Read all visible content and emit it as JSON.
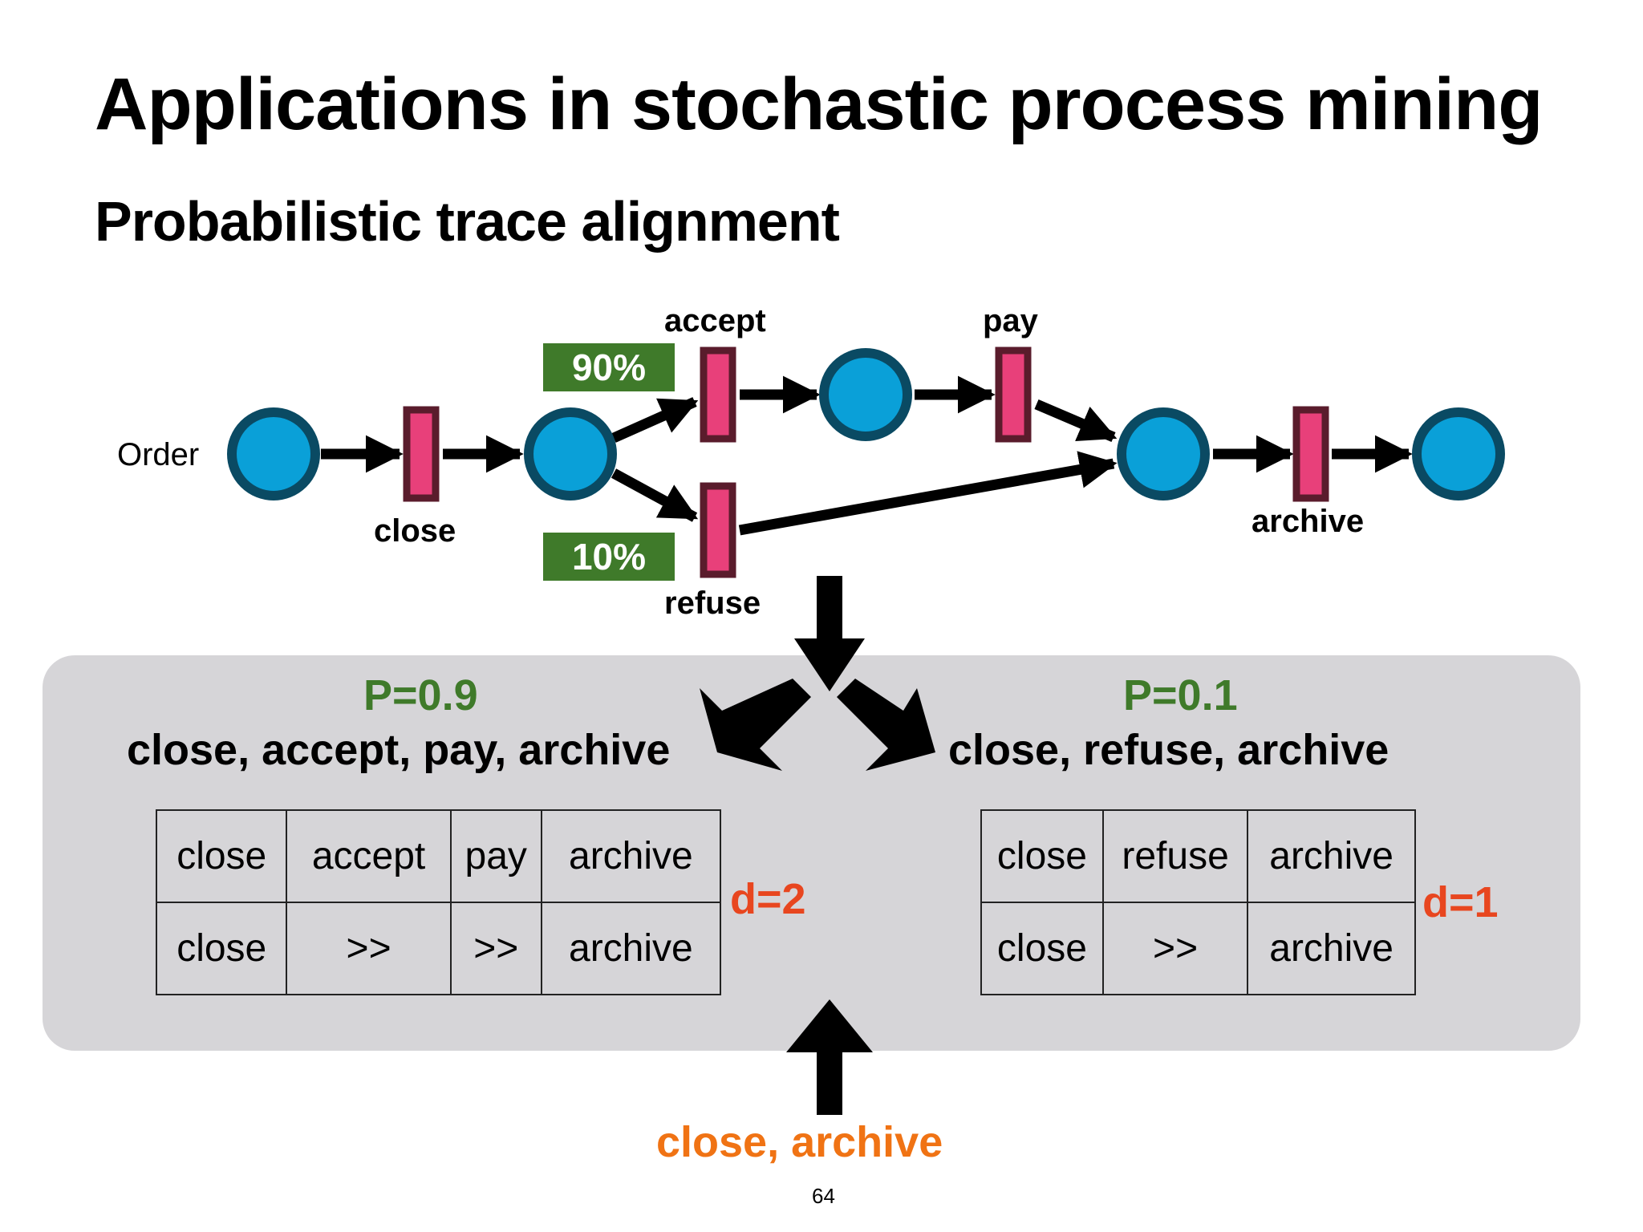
{
  "slide": {
    "title": "Applications in stochastic process mining",
    "subtitle": "Probabilistic trace alignment",
    "page_number": "64"
  },
  "model": {
    "start_label": "Order",
    "transitions": {
      "close": "close",
      "accept": "accept",
      "refuse": "refuse",
      "pay": "pay",
      "archive": "archive"
    },
    "probabilities": {
      "accept": "90%",
      "refuse": "10%"
    }
  },
  "alignments": {
    "left": {
      "probability": "P=0.9",
      "trace": "close, accept, pay, archive",
      "table": [
        [
          "close",
          "accept",
          "pay",
          "archive"
        ],
        [
          "close",
          ">>",
          ">>",
          "archive"
        ]
      ],
      "distance": "d=2"
    },
    "right": {
      "probability": "P=0.1",
      "trace": "close, refuse, archive",
      "table": [
        [
          "close",
          "refuse",
          "archive"
        ],
        [
          "close",
          ">>",
          "archive"
        ]
      ],
      "distance": "d=1"
    }
  },
  "observed_trace": "close, archive",
  "colors": {
    "place_fill": "#0aa0d8",
    "place_stroke": "#0a4a63",
    "transition_fill": "#e8407a",
    "transition_stroke": "#5a1c2c",
    "probability_box": "#3f7a2a",
    "distance": "#e8461f",
    "observed": "#f07314",
    "panel": "#d6d5d8"
  }
}
